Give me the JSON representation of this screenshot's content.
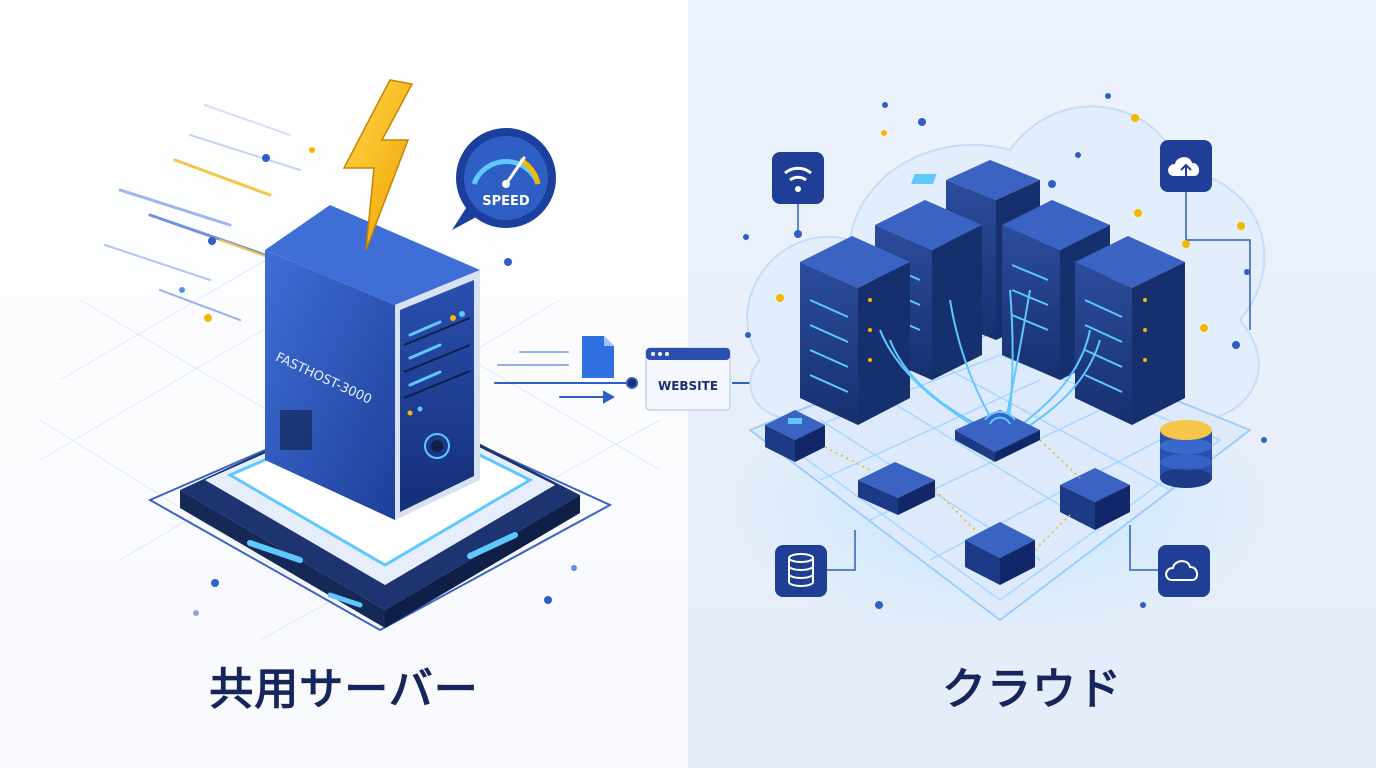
{
  "left": {
    "caption": "共用サーバー",
    "server_label": "FASTHOST-3000",
    "speed_badge": "SPEED"
  },
  "center": {
    "website_label": "WEBSITE"
  },
  "right": {
    "caption": "クラウド"
  },
  "colors": {
    "navy": "#1b2f6e",
    "blue": "#2f5fc4",
    "cyan": "#5ec8ff",
    "gold": "#f5b800",
    "caption": "#16255a"
  },
  "icons": [
    "lightning-icon",
    "speedometer-icon",
    "file-icon",
    "wifi-icon",
    "cloud-upload-icon",
    "database-icon",
    "cloud-icon"
  ]
}
